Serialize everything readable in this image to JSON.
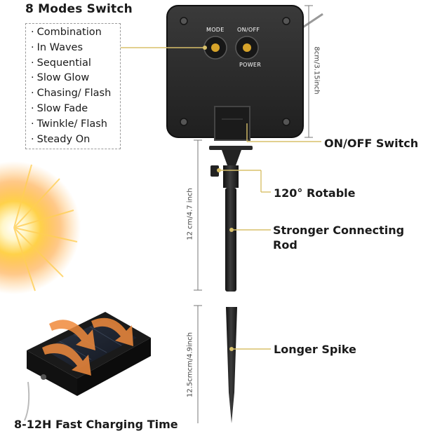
{
  "modes": {
    "heading": "8 Modes Switch",
    "items": [
      "Combination",
      "In Waves",
      "Sequential",
      "Slow Glow",
      "Chasing/ Flash",
      "Slow Fade",
      "Twinkle/ Flash",
      "Steady On"
    ]
  },
  "controller": {
    "mode_label": "MODE",
    "onoff_label": "ON/OFF",
    "power_label": "POWER",
    "height_dim": "8cm/3.15inch"
  },
  "callouts": {
    "onoff_switch": "ON/OFF Switch",
    "rotatable": "120° Rotable",
    "rod_line1": "Stronger Connecting",
    "rod_line2": "Rod",
    "spike": "Longer Spike"
  },
  "dimensions": {
    "rod": "12 cm/4.7 inch",
    "spike": "12.5cmcm/4.9inch"
  },
  "caption": "8-12H Fast Charging Time",
  "colors": {
    "accent_yellow": "#d8c06a",
    "device_body": "#2a2a2a",
    "arrow_orange": "#f08a3c"
  }
}
